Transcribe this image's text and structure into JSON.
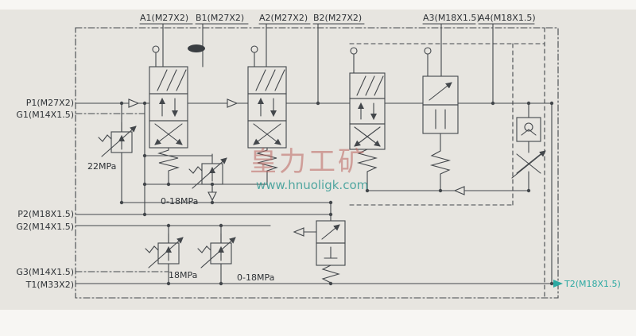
{
  "diagram": {
    "type": "hydraulic-multiway-valve-schematic",
    "ports_top": [
      {
        "id": "A1",
        "label": "A1(M27X2)"
      },
      {
        "id": "B1",
        "label": "B1(M27X2)"
      },
      {
        "id": "A2",
        "label": "A2(M27X2)"
      },
      {
        "id": "B2",
        "label": "B2(M27X2)"
      },
      {
        "id": "A3",
        "label": "A3(M18X1.5)"
      },
      {
        "id": "A4",
        "label": "A4(M18X1.5)"
      }
    ],
    "ports_left": [
      {
        "id": "P1",
        "label": "P1(M27X2)"
      },
      {
        "id": "G1",
        "label": "G1(M14X1.5)"
      },
      {
        "id": "P2",
        "label": "P2(M18X1.5)"
      },
      {
        "id": "G2",
        "label": "G2(M14X1.5)"
      },
      {
        "id": "G3",
        "label": "G3(M14X1.5)"
      },
      {
        "id": "T1",
        "label": "T1(M33X2)"
      }
    ],
    "port_bottom_right": {
      "id": "T2",
      "label": "T2(M18X1.5)"
    },
    "pressure_settings": [
      {
        "id": "main-relief",
        "label": "22MPa"
      },
      {
        "id": "secondary-relief",
        "label": "0-18MPa"
      },
      {
        "id": "aux-relief-1",
        "label": "18MPa"
      },
      {
        "id": "aux-relief-2",
        "label": "0-18MPa"
      }
    ],
    "watermark": {
      "text": "皇力工矿",
      "url": "www.hnuoligk.com"
    },
    "colors": {
      "line": "#43474b",
      "background": "#e7e5e0",
      "teal": "#2ca9a2",
      "watermark_red": "#bb645e"
    }
  }
}
